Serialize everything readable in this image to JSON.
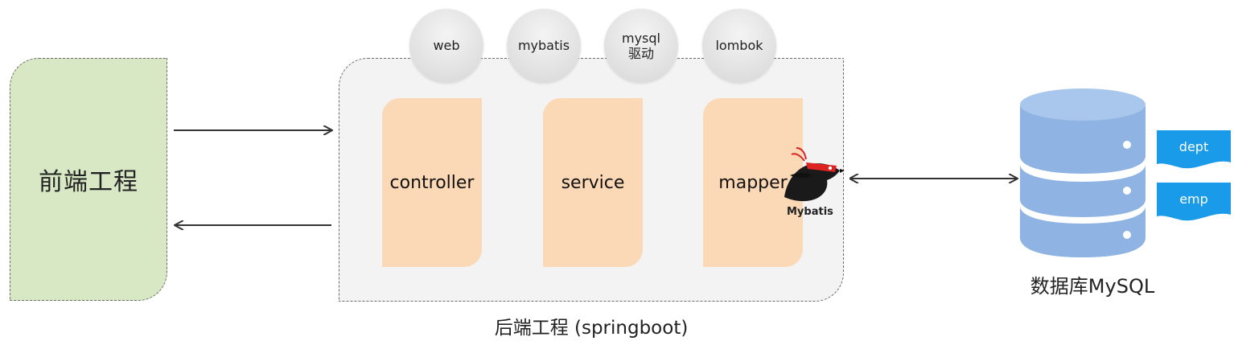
{
  "frontend": {
    "label": "前端工程"
  },
  "backend": {
    "caption": "后端工程 (springboot)",
    "layers": {
      "controller": "controller",
      "service": "service",
      "mapper": "mapper"
    },
    "dependencies": {
      "web": "web",
      "mybatis": "mybatis",
      "mysql_line1": "mysql",
      "mysql_line2": "驱动",
      "lombok": "lombok"
    },
    "mybatis_logo_text": "Mybatis"
  },
  "database": {
    "caption": "数据库MySQL",
    "tables": {
      "dept": "dept",
      "emp": "emp"
    }
  },
  "colors": {
    "frontend_fill": "#d8e8c4",
    "backend_fill": "#f3f3f3",
    "layer_fill": "#fcd9b6",
    "db_blue": "#8fb4e3",
    "tag_blue": "#1a9bea"
  }
}
